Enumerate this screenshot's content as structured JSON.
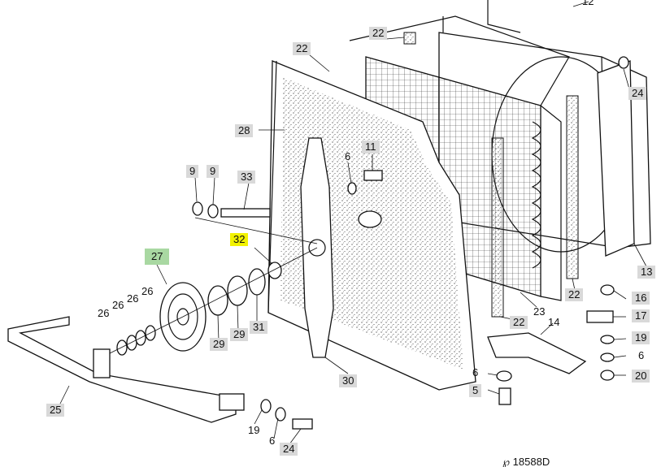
{
  "labels": {
    "p12": "12",
    "p22a": "22",
    "p22b": "22",
    "p24a": "24",
    "p28": "28",
    "p6a": "6",
    "p11": "11",
    "p9a": "9",
    "p9b": "9",
    "p33": "33",
    "p32": "32",
    "p27": "27",
    "p26a": "26",
    "p26b": "26",
    "p26c": "26",
    "p26d": "26",
    "p29a": "29",
    "p29b": "29",
    "p31": "31",
    "p23": "23",
    "p22c": "22",
    "p22d": "22",
    "p14": "14",
    "p13": "13",
    "p16": "16",
    "p17": "17",
    "p19a": "19",
    "p6b": "6",
    "p20": "20",
    "p30": "30",
    "p6c": "6",
    "p5": "5",
    "p25": "25",
    "p19b": "19",
    "p6d": "6",
    "p24b": "24"
  },
  "reference": "℘ 18588D",
  "colors": {
    "highlight": "#f2f200",
    "selected": "#a9d8a2",
    "tag": "#d9d9d9"
  }
}
